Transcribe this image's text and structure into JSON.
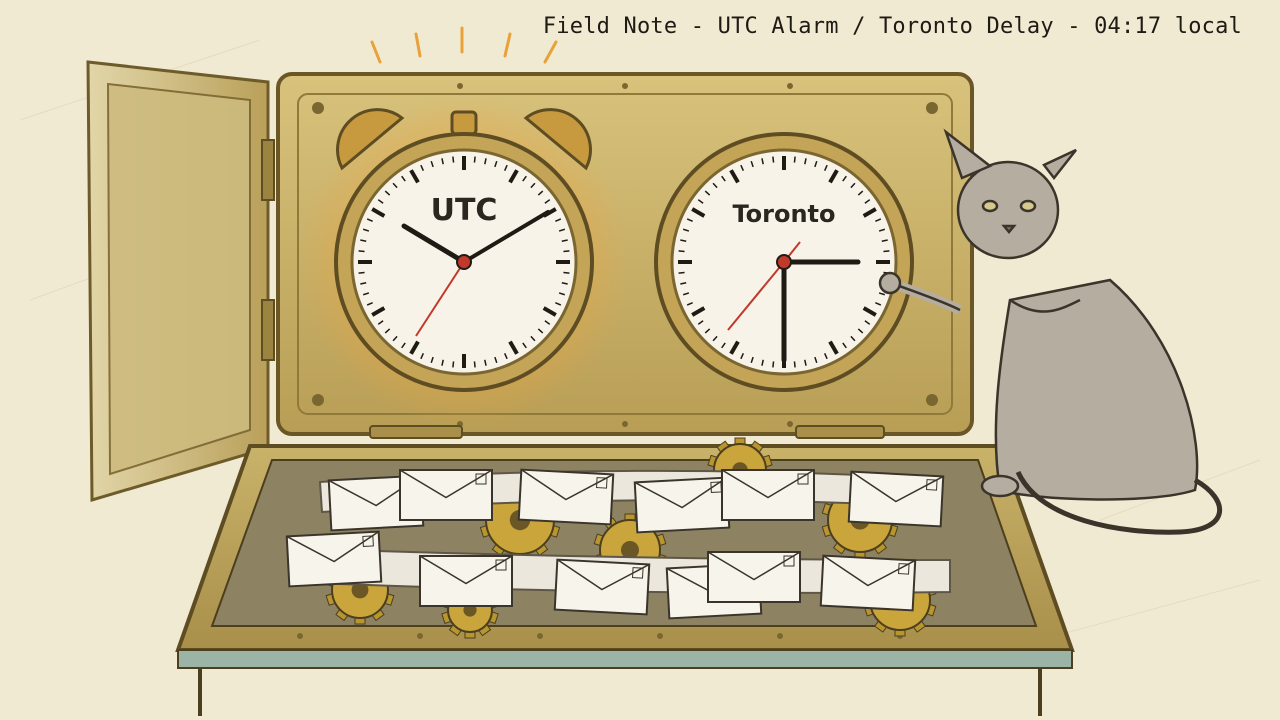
{
  "caption": "Field Note - UTC Alarm / Toronto Delay - 04:17 local",
  "clocks": [
    {
      "label": "UTC",
      "alarm": true
    },
    {
      "label": "Toronto",
      "alarm": false
    }
  ],
  "colors": {
    "paper": "#f1ead3",
    "brass": "#c9b26a",
    "brass_dark": "#8f7a3a",
    "glow": "#f2a23a",
    "ink": "#2a2620",
    "second_hand": "#c0392b",
    "cat": "#b5ada0"
  },
  "icons": [
    "alarm-clock-icon",
    "wall-clock-icon",
    "envelope-icon",
    "gear-icon",
    "cat-icon"
  ]
}
